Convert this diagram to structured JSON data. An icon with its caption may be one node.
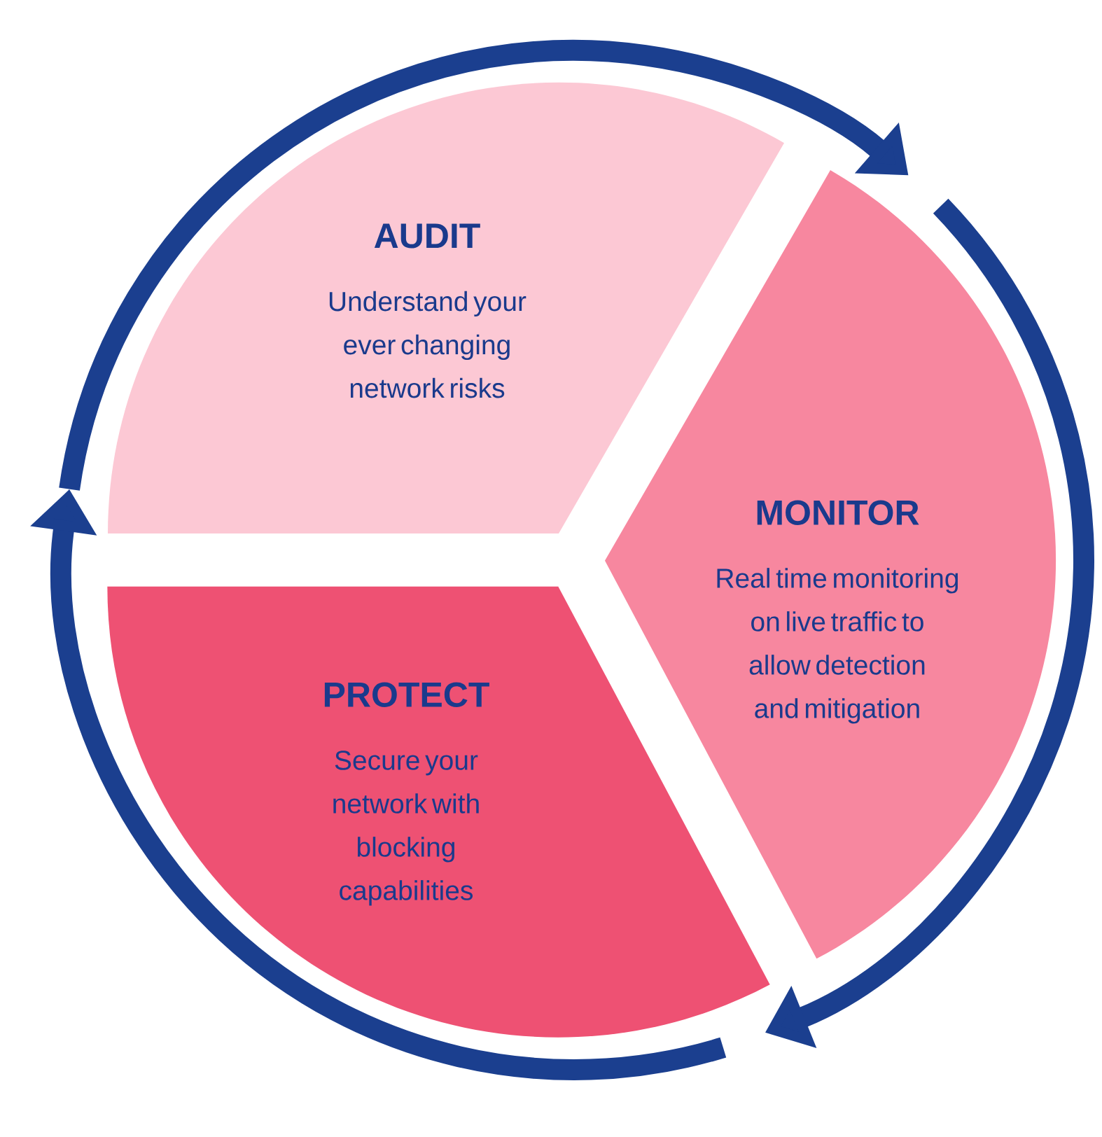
{
  "diagram": {
    "nodes": [
      {
        "text": [
          "AUDIT",
          "Understand your ever changing network risks"
        ]
      },
      {
        "text": [
          "MONITOR",
          "Real time monitoring on live traffic to allow detection and mitigation"
        ]
      },
      {
        "text": [
          "PROTECT",
          "Secure your network with blocking capabilities"
        ]
      }
    ],
    "edges": [
      {
        "from": 0,
        "to": 1,
        "arrow": "to"
      },
      {
        "from": 1,
        "to": 2,
        "arrow": "to"
      },
      {
        "from": 2,
        "to": 0,
        "arrow": "to"
      }
    ]
  }
}
